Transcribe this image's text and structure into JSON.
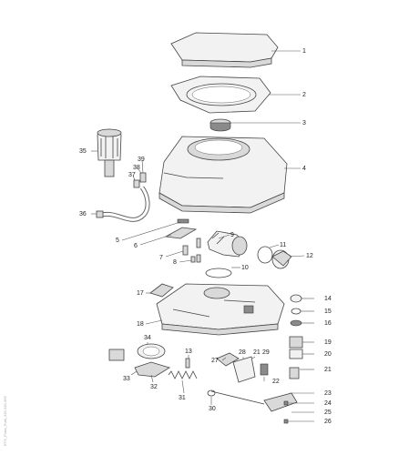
{
  "diagram": {
    "labels": [
      "1",
      "2",
      "3",
      "4",
      "5",
      "6",
      "7",
      "8",
      "9",
      "10",
      "11",
      "12",
      "13",
      "14",
      "15",
      "16",
      "17",
      "18",
      "19",
      "20",
      "21",
      "21",
      "22",
      "23",
      "24",
      "25",
      "26",
      "27",
      "28",
      "29",
      "30",
      "31",
      "32",
      "33",
      "34",
      "35",
      "36",
      "37",
      "38",
      "39"
    ],
    "side_code": "ETS_Porta_Potti_335-345-365"
  }
}
